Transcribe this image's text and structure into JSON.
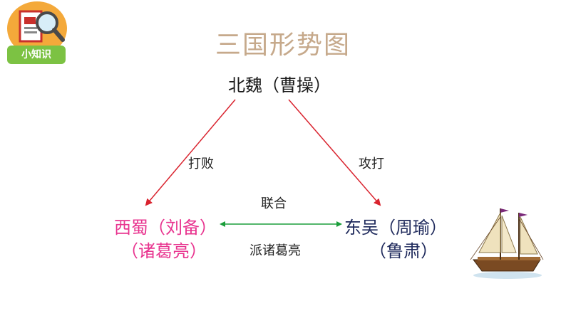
{
  "title": "三国形势图",
  "badge": {
    "label": "小知识",
    "icon": "magnifier-document-icon"
  },
  "nodes": {
    "wei": "北魏（曹操）",
    "shu_line1": "西蜀（刘备）",
    "shu_line2": "（诸葛亮）",
    "wu_line1": "东吴（周瑜）",
    "wu_line2": "（鲁肃）"
  },
  "edges": {
    "wei_to_shu": "打败",
    "wei_to_wu": "攻打",
    "shu_wu_top": "联合",
    "shu_wu_bottom": "派诸葛亮"
  },
  "colors": {
    "title": "#c6a98b",
    "shu": "#e8348f",
    "wu": "#1f2a5c",
    "arrow_red": "#d9232e",
    "arrow_green": "#1a9e3a",
    "badge_orange": "#f4a93a",
    "badge_green": "#7cc243"
  },
  "decoration": {
    "ship": "sailing-ship-icon"
  }
}
